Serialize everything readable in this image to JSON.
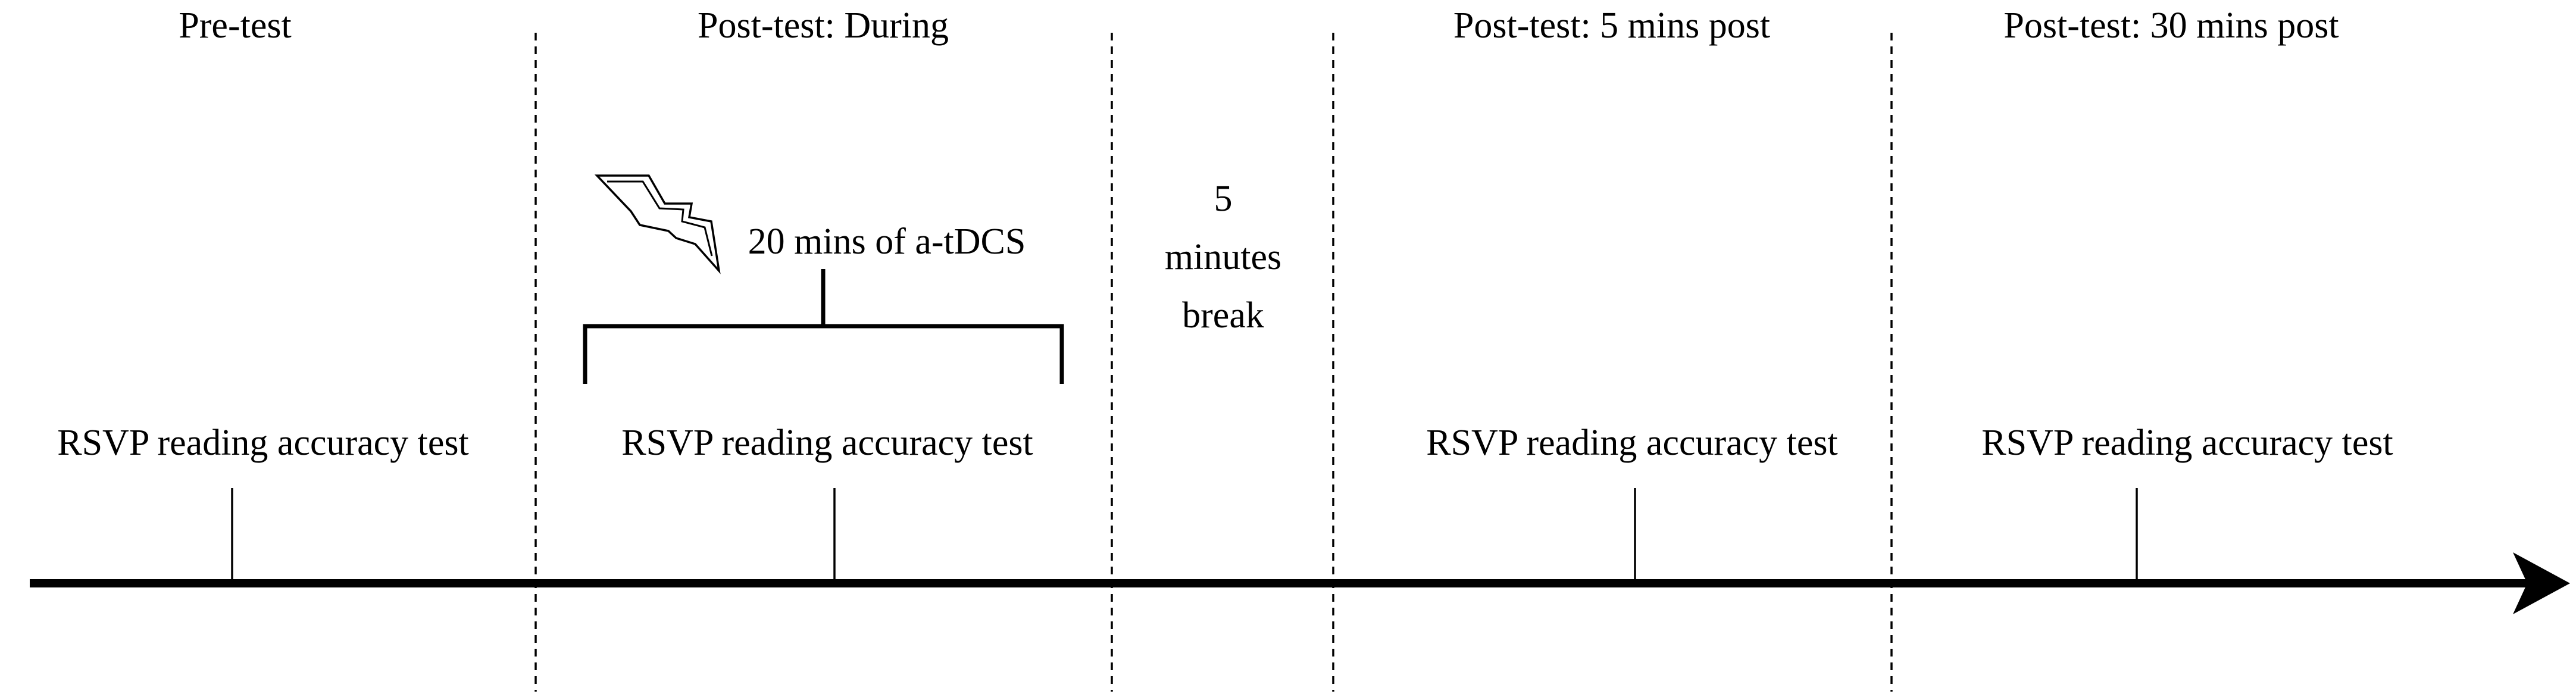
{
  "phases": [
    {
      "key": "pre",
      "label": "Pre-test"
    },
    {
      "key": "during",
      "label": "Post-test: During"
    },
    {
      "key": "post5",
      "label": "Post-test: 5 mins post"
    },
    {
      "key": "post30",
      "label": "Post-test: 30 mins post"
    }
  ],
  "tests": [
    {
      "label": "RSVP reading accuracy test"
    },
    {
      "label": "RSVP reading accuracy test"
    },
    {
      "label": "RSVP reading accuracy test"
    },
    {
      "label": "RSVP reading accuracy test"
    }
  ],
  "stimulation": {
    "label": "20 mins of a-tDCS",
    "icon": "lightning-bolt-icon"
  },
  "break": {
    "line1": "5",
    "line2": "minutes",
    "line3": "break"
  }
}
